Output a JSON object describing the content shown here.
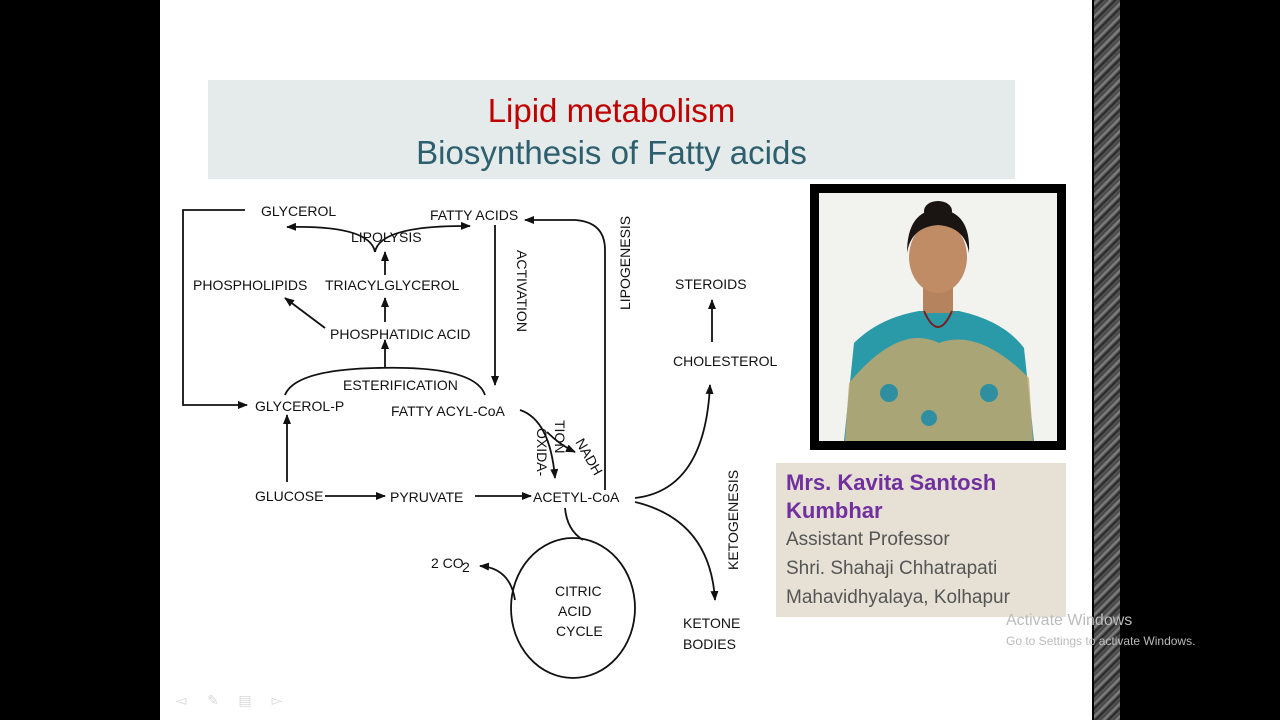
{
  "slide": {
    "title_line1": "Lipid metabolism",
    "title_line2": "Biosynthesis of Fatty acids",
    "colors": {
      "title_red": "#c00000",
      "title_teal": "#2e5f6e",
      "name_purple": "#7030a0",
      "title_box_bg": "#e4ebea",
      "name_box_bg": "#e7e1d5"
    }
  },
  "diagram": {
    "labels": {
      "glycerol": "GLYCEROL",
      "fatty_acids": "FATTY ACIDS",
      "lipolysis": "LIPOLYSIS",
      "phospholipids": "PHOSPHOLIPIDS",
      "triacylglycerol": "TRIACYLGLYCEROL",
      "phosphatidic_acid": "PHOSPHATIDIC ACID",
      "activation": "ACTIVATION",
      "lipogenesis": "LIPOGENESIS",
      "steroids": "STEROIDS",
      "cholesterol": "CHOLESTEROL",
      "esterification": "ESTERIFICATION",
      "glycerol_p": "GLYCEROL-P",
      "fatty_acyl_coa": "FATTY ACYL-CoA",
      "oxida": "OXIDA-",
      "tion": "TION",
      "nadh": "NADH",
      "glucose": "GLUCOSE",
      "pyruvate": "PYRUVATE",
      "acetyl_coa": "ACETYL-CoA",
      "ketogenesis": "KETOGENESIS",
      "co2": "2 CO",
      "co2_sub": "2",
      "citric": "CITRIC",
      "acid": "ACID",
      "cycle": "CYCLE",
      "ketone": "KETONE",
      "bodies": "BODIES"
    }
  },
  "presenter": {
    "name_line1": "Mrs. Kavita Santosh",
    "name_line2": "Kumbhar",
    "role": "Assistant Professor",
    "institution_line1": "Shri. Shahaji Chhatrapati",
    "institution_line2": "Mahavidhyalaya, Kolhapur"
  },
  "watermark": {
    "title": "Activate Windows",
    "subtitle": "Go to Settings to activate Windows."
  },
  "controls": {
    "prev_icon": "◅",
    "pen_icon": "✎",
    "menu_icon": "▤",
    "next_icon": "▻"
  }
}
